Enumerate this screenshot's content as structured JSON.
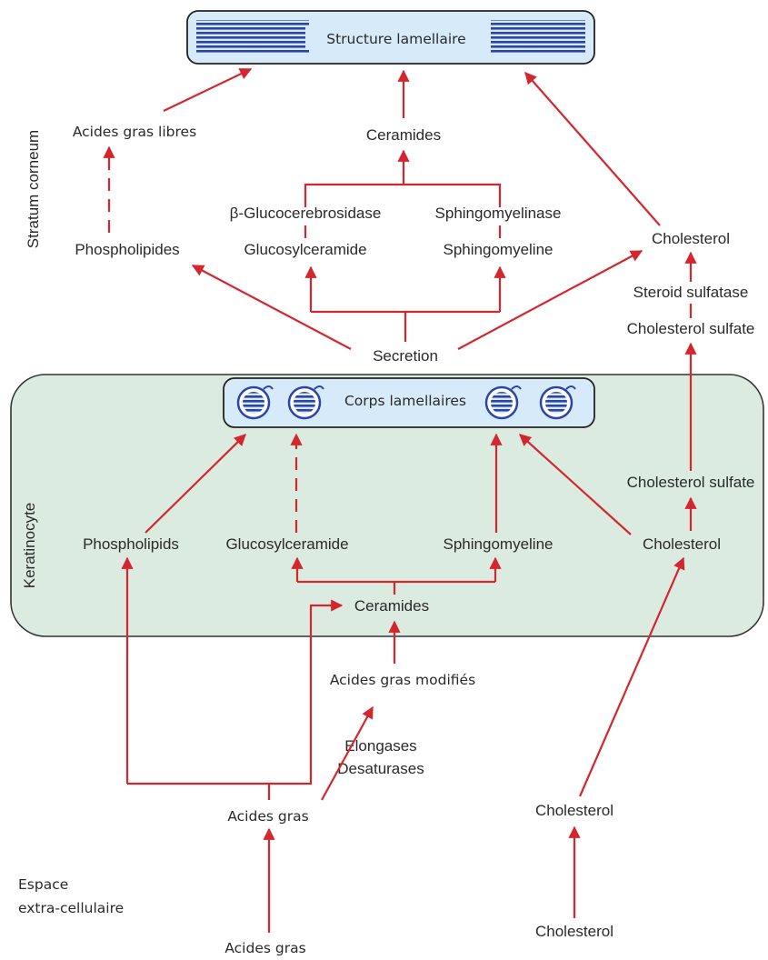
{
  "colors": {
    "arrow": "#d3272f",
    "keratinocyte_fill": "#dcebdf",
    "lamellar_box_fill": "#d7eafa",
    "lamellar_pattern": "#2b44a8"
  },
  "regions": {
    "stratum_corneum": "Stratum corneum",
    "keratinocyte": "Keratinocyte",
    "extracellular": [
      "Espace",
      "extra-cellulaire"
    ]
  },
  "stratum": {
    "structure_lamellaire": "Structure lamellaire",
    "acides_gras_libres": "Acides gras libres",
    "ceramides": "Ceramides",
    "beta_glucocerebrosidase": "β-Glucocerebrosidase",
    "sphingomyelinase": "Sphingomyelinase",
    "phospholipides": "Phospholipides",
    "glucosylceramide": "Glucosylceramide",
    "sphingomyeline": "Sphingomyeline",
    "cholesterol": "Cholesterol",
    "steroid_sulfatase": "Steroid sulfatase",
    "cholesterol_sulfate": "Cholesterol sulfate",
    "secretion": "Secretion"
  },
  "keratinocyte": {
    "corps_lamellaires": "Corps lamellaires",
    "cholesterol_sulfate": "Cholesterol sulfate",
    "phospholipids": "Phospholipids",
    "glucosylceramide": "Glucosylceramide",
    "sphingomyeline": "Sphingomyeline",
    "cholesterol": "Cholesterol",
    "ceramides": "Ceramides",
    "acides_gras_modifies": "Acides gras modifiés",
    "elongases": "Elongases",
    "desaturases": "Desaturases",
    "acides_gras": "Acides gras",
    "cholesterol_source": "Cholesterol"
  },
  "extracellular": {
    "acides_gras": "Acides gras",
    "cholesterol": "Cholesterol"
  }
}
